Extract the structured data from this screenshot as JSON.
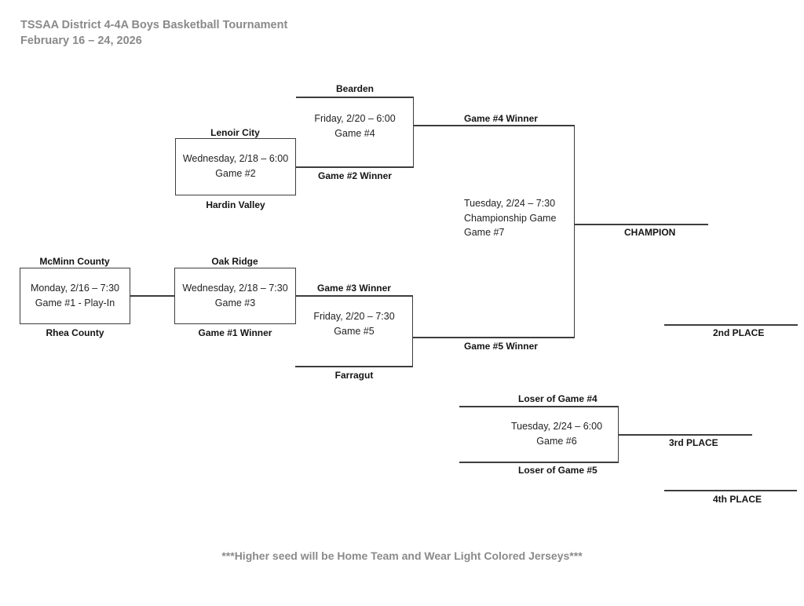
{
  "header": {
    "title": "TSSAA District 4-4A Boys Basketball Tournament",
    "dates": "February 16 – 24, 2026"
  },
  "footer": {
    "note": "***Higher seed will be Home Team and Wear Light Colored Jerseys***"
  },
  "colors": {
    "line": "#3d3d3d",
    "label_text": "#141414",
    "muted_text": "#8a8a8a"
  },
  "bracket": {
    "game1": {
      "top_team": "McMinn County",
      "bottom_team": "Rhea County",
      "line1": "Monday, 2/16 – 7:30",
      "line2": "Game #1 - Play-In"
    },
    "game2": {
      "top_team": "Lenoir City",
      "bottom_team": "Hardin Valley",
      "line1": "Wednesday, 2/18 – 6:00",
      "line2": "Game #2"
    },
    "game3": {
      "top_team": "Oak Ridge",
      "bottom_team": "Game #1 Winner",
      "line1": "Wednesday, 2/18 – 7:30",
      "line2": "Game #3"
    },
    "game4": {
      "top_team": "Bearden",
      "bottom_team": "Game #2 Winner",
      "line1": "Friday, 2/20 – 6:00",
      "line2": "Game #4",
      "winner_label": "Game #4 Winner"
    },
    "game5": {
      "top_team": "Game #3 Winner",
      "bottom_team": "Farragut",
      "line1": "Friday, 2/20 – 7:30",
      "line2": "Game #5",
      "winner_label": "Game #5 Winner"
    },
    "game6": {
      "top_team": "Loser of Game #4",
      "bottom_team": "Loser of Game #5",
      "line1": "Tuesday, 2/24 – 6:00",
      "line2": "Game #6"
    },
    "game7": {
      "line1": "Tuesday, 2/24 – 7:30",
      "line2": "Championship Game",
      "line3": "Game #7"
    },
    "placements": {
      "champion": "CHAMPION",
      "second": "2nd PLACE",
      "third": "3rd PLACE",
      "fourth": "4th PLACE"
    }
  }
}
